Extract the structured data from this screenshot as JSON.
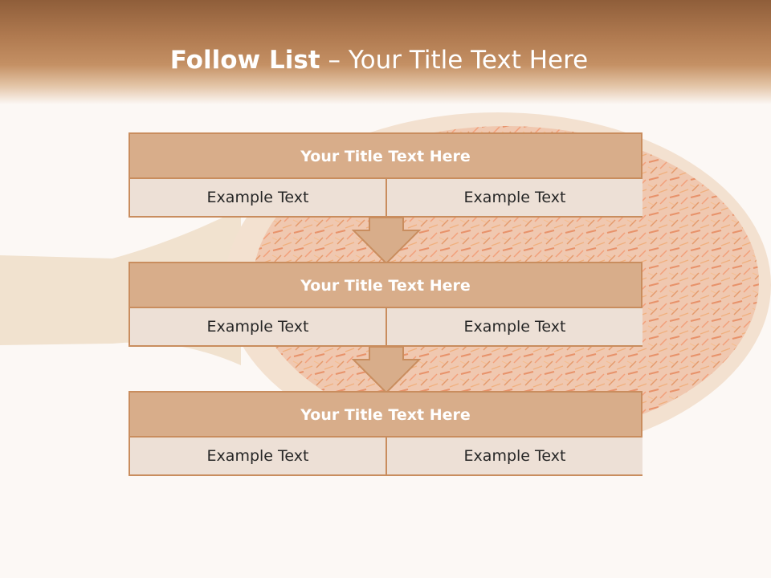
{
  "slide": {
    "title_main": "Follow List",
    "title_sub": "– Your Title Text Here"
  },
  "colors": {
    "header_brown": "#8f5e3a",
    "block_title_fill": "#d8ad8a",
    "block_cell_fill": "#ede0d6",
    "border": "#c98d5e"
  },
  "blocks": [
    {
      "title": "Your Title Text Here",
      "left": "Example Text",
      "right": "Example Text"
    },
    {
      "title": "Your Title Text Here",
      "left": "Example Text",
      "right": "Example Text"
    },
    {
      "title": "Your Title Text Here",
      "left": "Example Text",
      "right": "Example Text"
    }
  ],
  "icons": [
    "down-arrow-icon",
    "down-arrow-icon"
  ]
}
